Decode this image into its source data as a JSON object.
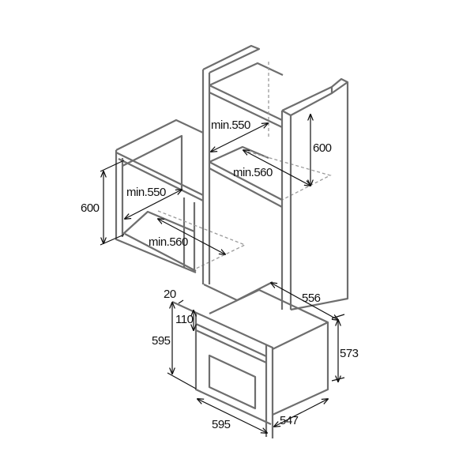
{
  "diagram": {
    "upper_installation": {
      "left_cabinet": {
        "height": "600",
        "depth": "min.550",
        "width": "min.560"
      },
      "tall_column": {
        "depth": "min.550",
        "height": "600",
        "width": "min.560"
      }
    },
    "oven": {
      "panel_thickness": "20",
      "depth_top": "556",
      "control_panel_height": "110",
      "front_height": "595",
      "body_height": "573",
      "front_width": "595",
      "body_depth": "547"
    },
    "colors": {
      "lines": "#6e6e6e",
      "dimensions": "#111111",
      "background": "#ffffff"
    }
  }
}
